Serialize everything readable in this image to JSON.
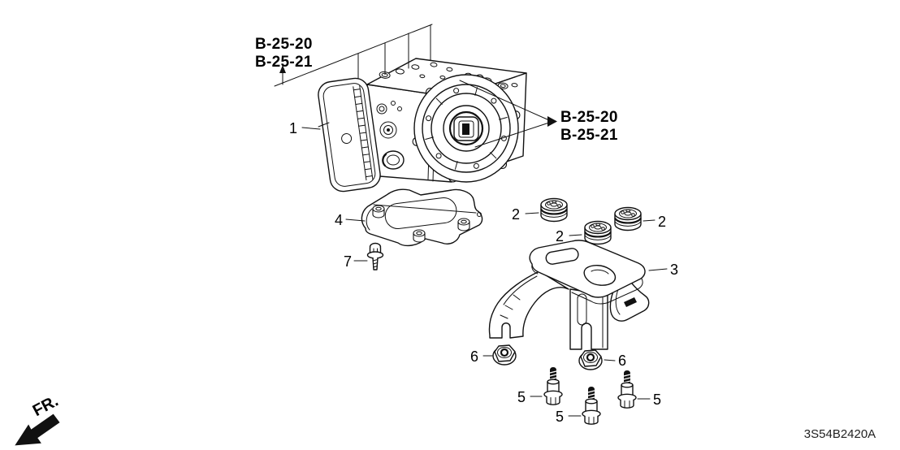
{
  "diagram": {
    "type": "exploded-parts-diagram",
    "code": "3S54B2420A",
    "front_marker": "FR.",
    "ref_labels": {
      "top": {
        "line1": "B-25-20",
        "line2": "B-25-21"
      },
      "right": {
        "line1": "B-25-20",
        "line2": "B-25-21"
      }
    },
    "parts": {
      "p1": "1",
      "p2": "2",
      "p3": "3",
      "p4": "4",
      "p5": "5",
      "p6": "6",
      "p7": "7"
    }
  },
  "colors": {
    "line": "#111111",
    "background": "#ffffff"
  }
}
